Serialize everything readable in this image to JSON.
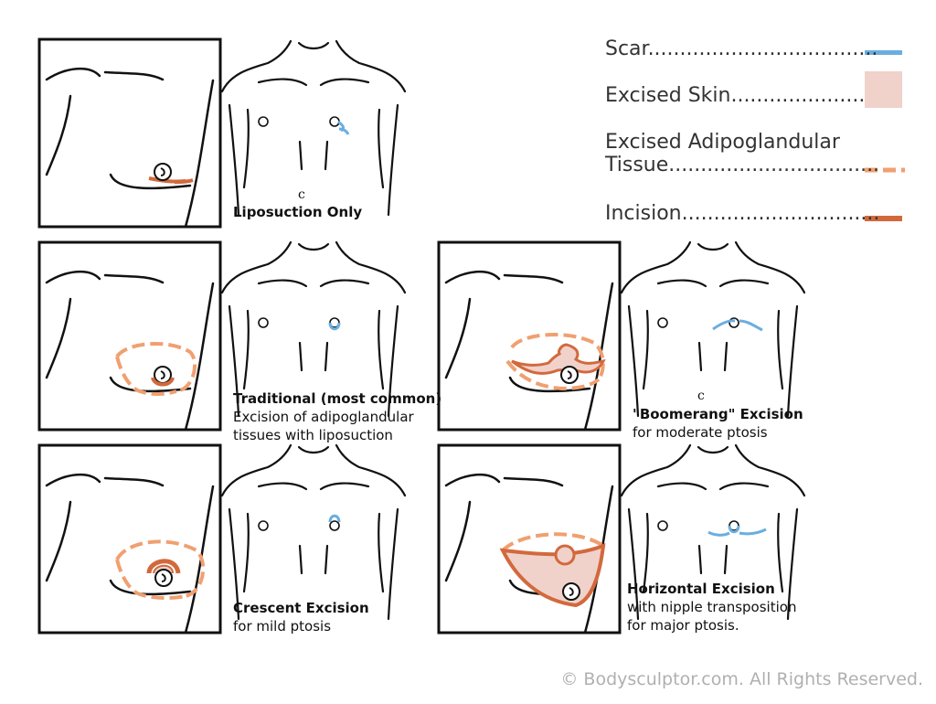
{
  "legend": {
    "scar": "Scar....................................",
    "excised_skin": "Excised Skin.....................",
    "tissue_line1": "Excised Adipoglandular",
    "tissue_line2": "Tissue.................................",
    "incision": "Incision..............................."
  },
  "colors": {
    "scar": "#6aaee0",
    "excised_skin": "#f0d2cb",
    "tissue": "#f0a070",
    "incision": "#d2693c",
    "outline": "#111111"
  },
  "panels": {
    "liposuction": {
      "title": "Liposuction Only"
    },
    "traditional": {
      "title": "Traditional (most common)",
      "desc1": "Excision of adipoglandular",
      "desc2": "tissues with liposuction"
    },
    "boomerang": {
      "title": "\"Boomerang\" Excision",
      "desc1": "for moderate ptosis"
    },
    "crescent": {
      "title": "Crescent Excision",
      "desc1": "for mild ptosis"
    },
    "horizontal": {
      "title": "Horizontal Excision",
      "desc1": "with nipple transposition",
      "desc2": "for major ptosis."
    }
  },
  "copyright": "© Bodysculptor.com.  All Rights Reserved."
}
